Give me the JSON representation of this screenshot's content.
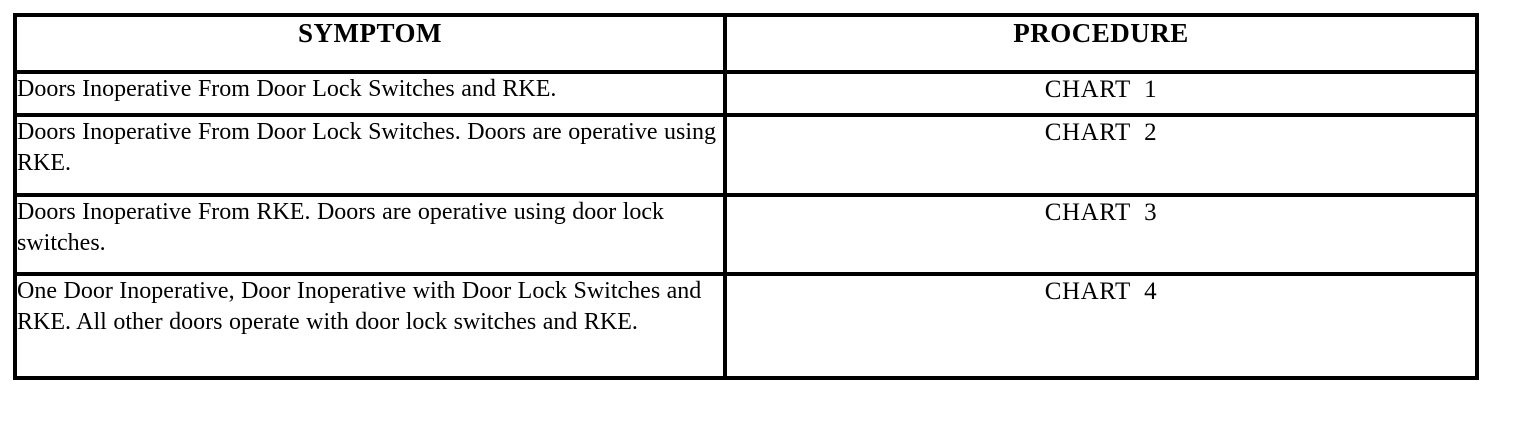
{
  "document": {
    "type": "service-manual-diagnostic-table",
    "background_color": "#ffffff",
    "text_color": "#000000",
    "border_color": "#000000"
  },
  "table": {
    "columns": [
      {
        "key": "symptom",
        "header": "SYMPTOM",
        "align": "center"
      },
      {
        "key": "procedure",
        "header": "PROCEDURE",
        "align": "center"
      }
    ],
    "rows": [
      {
        "symptom": "Doors Inoperative From Door Lock Switches and RKE.",
        "procedure": "CHART  1"
      },
      {
        "symptom": "Doors Inoperative From Door Lock Switches. Doors are operative using RKE.",
        "procedure": "CHART  2"
      },
      {
        "symptom": "Doors Inoperative From RKE. Doors are operative using door lock switches.",
        "procedure": "CHART  3"
      },
      {
        "symptom": "One Door Inoperative, Door Inoperative with Door Lock Switches and RKE. All other doors operate with door lock switches and RKE.",
        "procedure": "CHART  4"
      }
    ]
  }
}
